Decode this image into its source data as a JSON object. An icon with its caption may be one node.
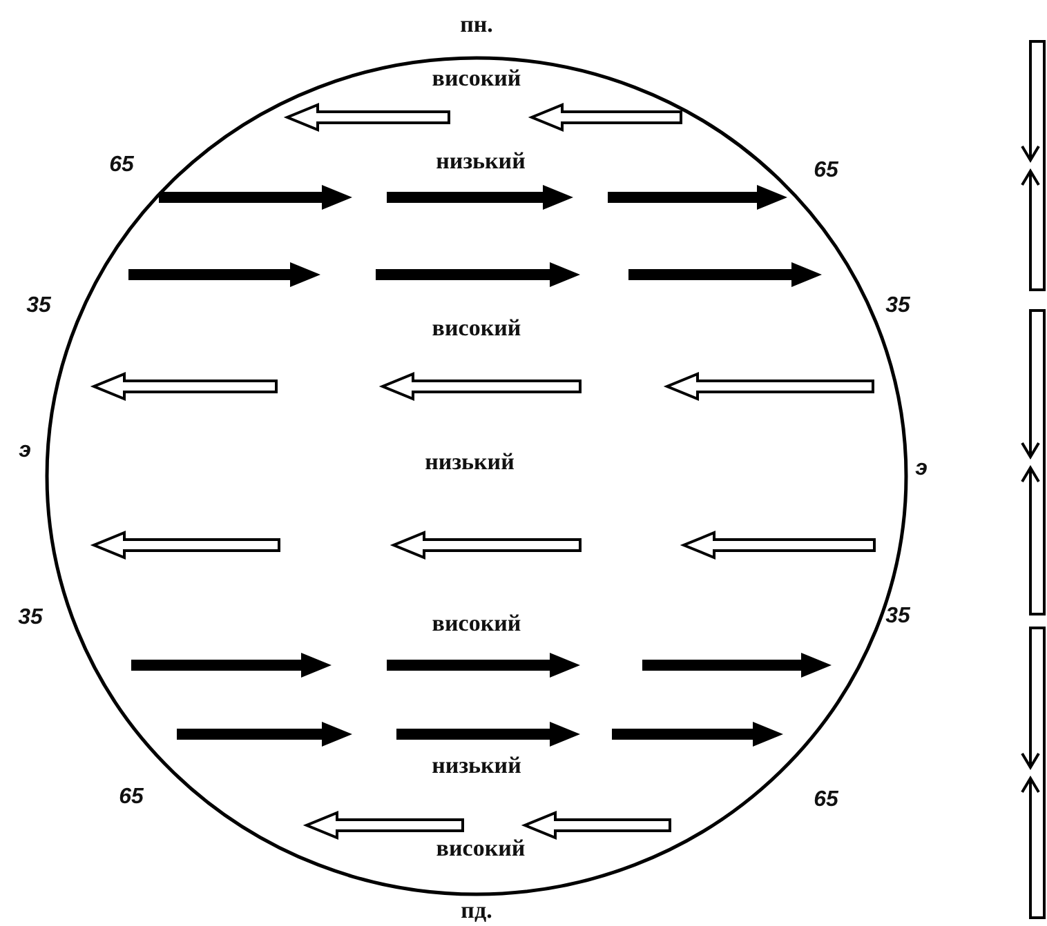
{
  "diagram": {
    "labels": [
      "пн.",
      "високий",
      "65",
      "низький",
      "65",
      "35",
      "35",
      "високий",
      "э",
      "низький",
      "э",
      "35",
      "35",
      "високий",
      "низький",
      "65",
      "65",
      "високий",
      "пд."
    ]
  }
}
